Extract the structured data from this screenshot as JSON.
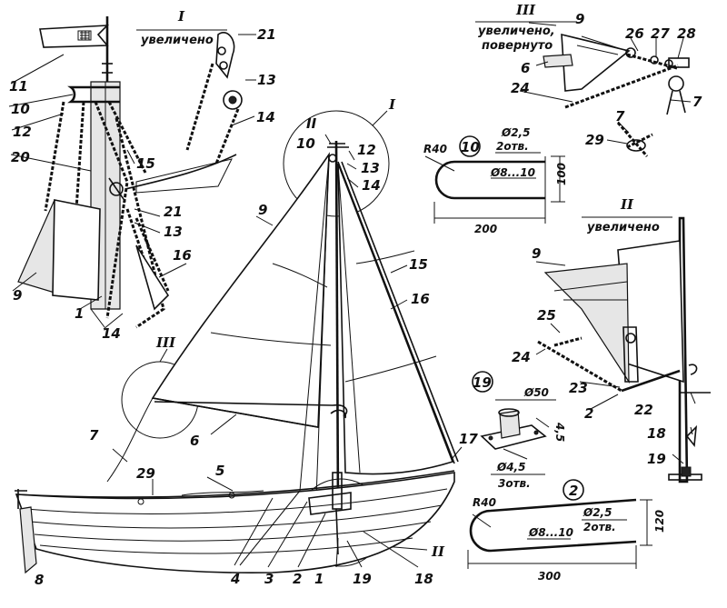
{
  "labels": {
    "n1": "1",
    "n2": "2",
    "n3": "3",
    "n4": "4",
    "n5": "5",
    "n6": "6",
    "n7": "7",
    "n8": "8",
    "n9": "9",
    "n10": "10",
    "n11": "11",
    "n12": "12",
    "n13": "13",
    "n14": "14",
    "n15": "15",
    "n16": "16",
    "n17": "17",
    "n18": "18",
    "n19": "19",
    "n20": "20",
    "n21": "21",
    "n22": "22",
    "n23": "23",
    "n24": "24",
    "n25": "25",
    "n26": "26",
    "n27": "27",
    "n28": "28",
    "n29": "29"
  },
  "views": {
    "view_i": {
      "roman": "I",
      "caption": "увеличено"
    },
    "view_ii": {
      "roman": "II",
      "caption": "увеличено"
    },
    "view_iii": {
      "roman": "III",
      "caption_line1": "увеличено,",
      "caption_line2": "повернуто"
    }
  },
  "callout_roman": {
    "i": "I",
    "ii": "II",
    "iii": "III",
    "ii_small": "II"
  },
  "part_10": {
    "number": "10",
    "radius": "R40",
    "hole": "Ø2,5",
    "holes_count": "2отв.",
    "rod": "Ø8...10",
    "length": "200",
    "height": "100"
  },
  "part_2": {
    "number": "2",
    "radius": "R40",
    "hole": "Ø2,5",
    "holes_count": "2отв.",
    "rod": "Ø8...10",
    "length": "300",
    "height": "120"
  },
  "part_19": {
    "number": "19",
    "diameter": "Ø50",
    "thickness": "4,5",
    "hole": "Ø4,5",
    "holes_count": "3отв."
  }
}
